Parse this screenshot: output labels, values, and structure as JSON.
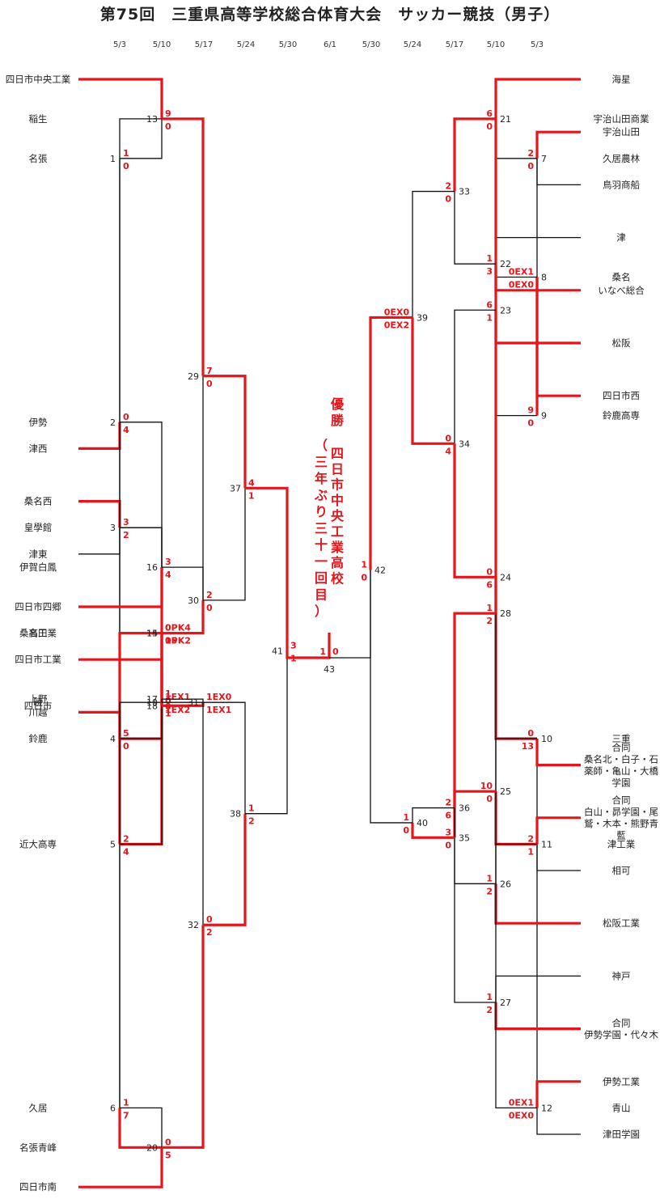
{
  "title": "第75回　三重県高等学校総合体育大会　サッカー競技（男子）",
  "dates_left": [
    "5/3",
    "5/10",
    "5/17",
    "5/24",
    "5/30"
  ],
  "date_center": "6/1",
  "dates_right": [
    "5/30",
    "5/24",
    "5/17",
    "5/10",
    "5/3"
  ],
  "left_teams": [
    "四日市中央工業",
    "名張",
    "伊勢",
    "皇學館",
    "鈴鹿",
    "近大高専",
    "久居",
    "津西",
    "桑名西",
    "津東",
    "四日市四郷",
    "四日市工業",
    "川越",
    "稲生",
    "高田",
    "桑名工業",
    "伊賀白鳳",
    "上野",
    "四日市",
    "暁",
    "名張青峰",
    "四日市南"
  ],
  "right_teams": [
    [
      "海星"
    ],
    [
      "宇治山田"
    ],
    [
      "鳥羽商船"
    ],
    [
      "津"
    ],
    [
      "いなべ総合"
    ],
    [
      "松阪"
    ],
    [
      "四日市西"
    ],
    [
      "久居農林"
    ],
    [
      "桑名"
    ],
    [
      "鈴鹿高専"
    ],
    [
      "三重"
    ],
    [
      "津工業"
    ],
    [
      "青山"
    ],
    [
      "合同",
      "桑名北・白子・石",
      "薬師・亀山・大橋",
      "学園"
    ],
    [
      "合同",
      "白山・昴学園・尾",
      "鷲・木本・熊野青",
      "藍"
    ],
    [
      "相可"
    ],
    [
      "松阪工業"
    ],
    [
      "神戸"
    ],
    [
      "合同",
      "伊勢学園・代々木"
    ],
    [
      "伊勢工業"
    ],
    [
      "津田学園"
    ],
    [
      "宇治山田商業"
    ]
  ],
  "champion_line1": "優勝",
  "champion_line2": "（三年ぶり三十一回目）",
  "champion_line3": "四日市中央工業高校",
  "matches": [
    {
      "id": "1",
      "s1": "1",
      "s2": "0",
      "winner": "top"
    },
    {
      "id": "2",
      "s1": "0",
      "s2": "4",
      "winner": "bottom"
    },
    {
      "id": "3",
      "s1": "3",
      "s2": "2",
      "winner": "top"
    },
    {
      "id": "4",
      "s1": "5",
      "s2": "0",
      "winner": "top"
    },
    {
      "id": "5",
      "s1": "2",
      "s2": "4",
      "winner": "bottom"
    },
    {
      "id": "6",
      "s1": "1",
      "s2": "7",
      "winner": "bottom"
    },
    {
      "id": "7",
      "s1": "2",
      "s2": "0",
      "winner": "top"
    },
    {
      "id": "8",
      "s1": "0EX1",
      "s2": "0EX0",
      "winner": "top"
    },
    {
      "id": "9",
      "s1": "9",
      "s2": "0",
      "winner": "top"
    },
    {
      "id": "10",
      "s1": "0",
      "s2": "13",
      "winner": "bottom"
    },
    {
      "id": "11",
      "s1": "2",
      "s2": "1",
      "winner": "top"
    },
    {
      "id": "12",
      "s1": "0EX1",
      "s2": "0EX0",
      "winner": "top"
    },
    {
      "id": "13",
      "s1": "9",
      "s2": "0",
      "winner": "top"
    },
    {
      "id": "14",
      "s1": "0",
      "s2": "15",
      "winner": "bottom"
    },
    {
      "id": "15",
      "s1": "0PK4",
      "s2": "0PK2",
      "winner": "top"
    },
    {
      "id": "16",
      "s1": "3",
      "s2": "4",
      "winner": "bottom"
    },
    {
      "id": "17",
      "s1": "1",
      "s2": "0",
      "winner": "top"
    },
    {
      "id": "18",
      "s1": "0",
      "s2": "1",
      "winner": "bottom"
    },
    {
      "id": "19",
      "s1": "1EX1",
      "s2": "1EX2",
      "winner": "bottom"
    },
    {
      "id": "20",
      "s1": "0",
      "s2": "5",
      "winner": "bottom"
    },
    {
      "id": "21",
      "s1": "6",
      "s2": "0",
      "winner": "top"
    },
    {
      "id": "22",
      "s1": "1",
      "s2": "3",
      "winner": "bottom"
    },
    {
      "id": "23",
      "s1": "6",
      "s2": "1",
      "winner": "top"
    },
    {
      "id": "24",
      "s1": "0",
      "s2": "6",
      "winner": "bottom"
    },
    {
      "id": "25",
      "s1": "10",
      "s2": "0",
      "winner": "top"
    },
    {
      "id": "26",
      "s1": "1",
      "s2": "2",
      "winner": "bottom"
    },
    {
      "id": "27",
      "s1": "1",
      "s2": "2",
      "winner": "bottom"
    },
    {
      "id": "28",
      "s1": "1",
      "s2": "2",
      "winner": "bottom"
    },
    {
      "id": "29",
      "s1": "7",
      "s2": "0",
      "winner": "top"
    },
    {
      "id": "30",
      "s1": "2",
      "s2": "0",
      "winner": "top"
    },
    {
      "id": "31",
      "s1": "1EX0",
      "s2": "1EX1",
      "winner": "bottom"
    },
    {
      "id": "32",
      "s1": "0",
      "s2": "2",
      "winner": "bottom"
    },
    {
      "id": "33",
      "s1": "2",
      "s2": "0",
      "winner": "top"
    },
    {
      "id": "34",
      "s1": "0",
      "s2": "4",
      "winner": "bottom"
    },
    {
      "id": "35",
      "s1": "3",
      "s2": "0",
      "winner": "top"
    },
    {
      "id": "36",
      "s1": "2",
      "s2": "6",
      "winner": "bottom"
    },
    {
      "id": "37",
      "s1": "4",
      "s2": "1",
      "winner": "top"
    },
    {
      "id": "38",
      "s1": "1",
      "s2": "2",
      "winner": "bottom"
    },
    {
      "id": "39",
      "s1": "0EX0",
      "s2": "0EX2",
      "winner": "bottom"
    },
    {
      "id": "40",
      "s1": "1",
      "s2": "0",
      "winner": "top"
    },
    {
      "id": "41",
      "s1": "3",
      "s2": "1",
      "winner": "top"
    },
    {
      "id": "42",
      "s1": "1",
      "s2": "0",
      "winner": "top"
    },
    {
      "id": "43",
      "s1": "1",
      "s2": "0",
      "winner": "left"
    }
  ]
}
